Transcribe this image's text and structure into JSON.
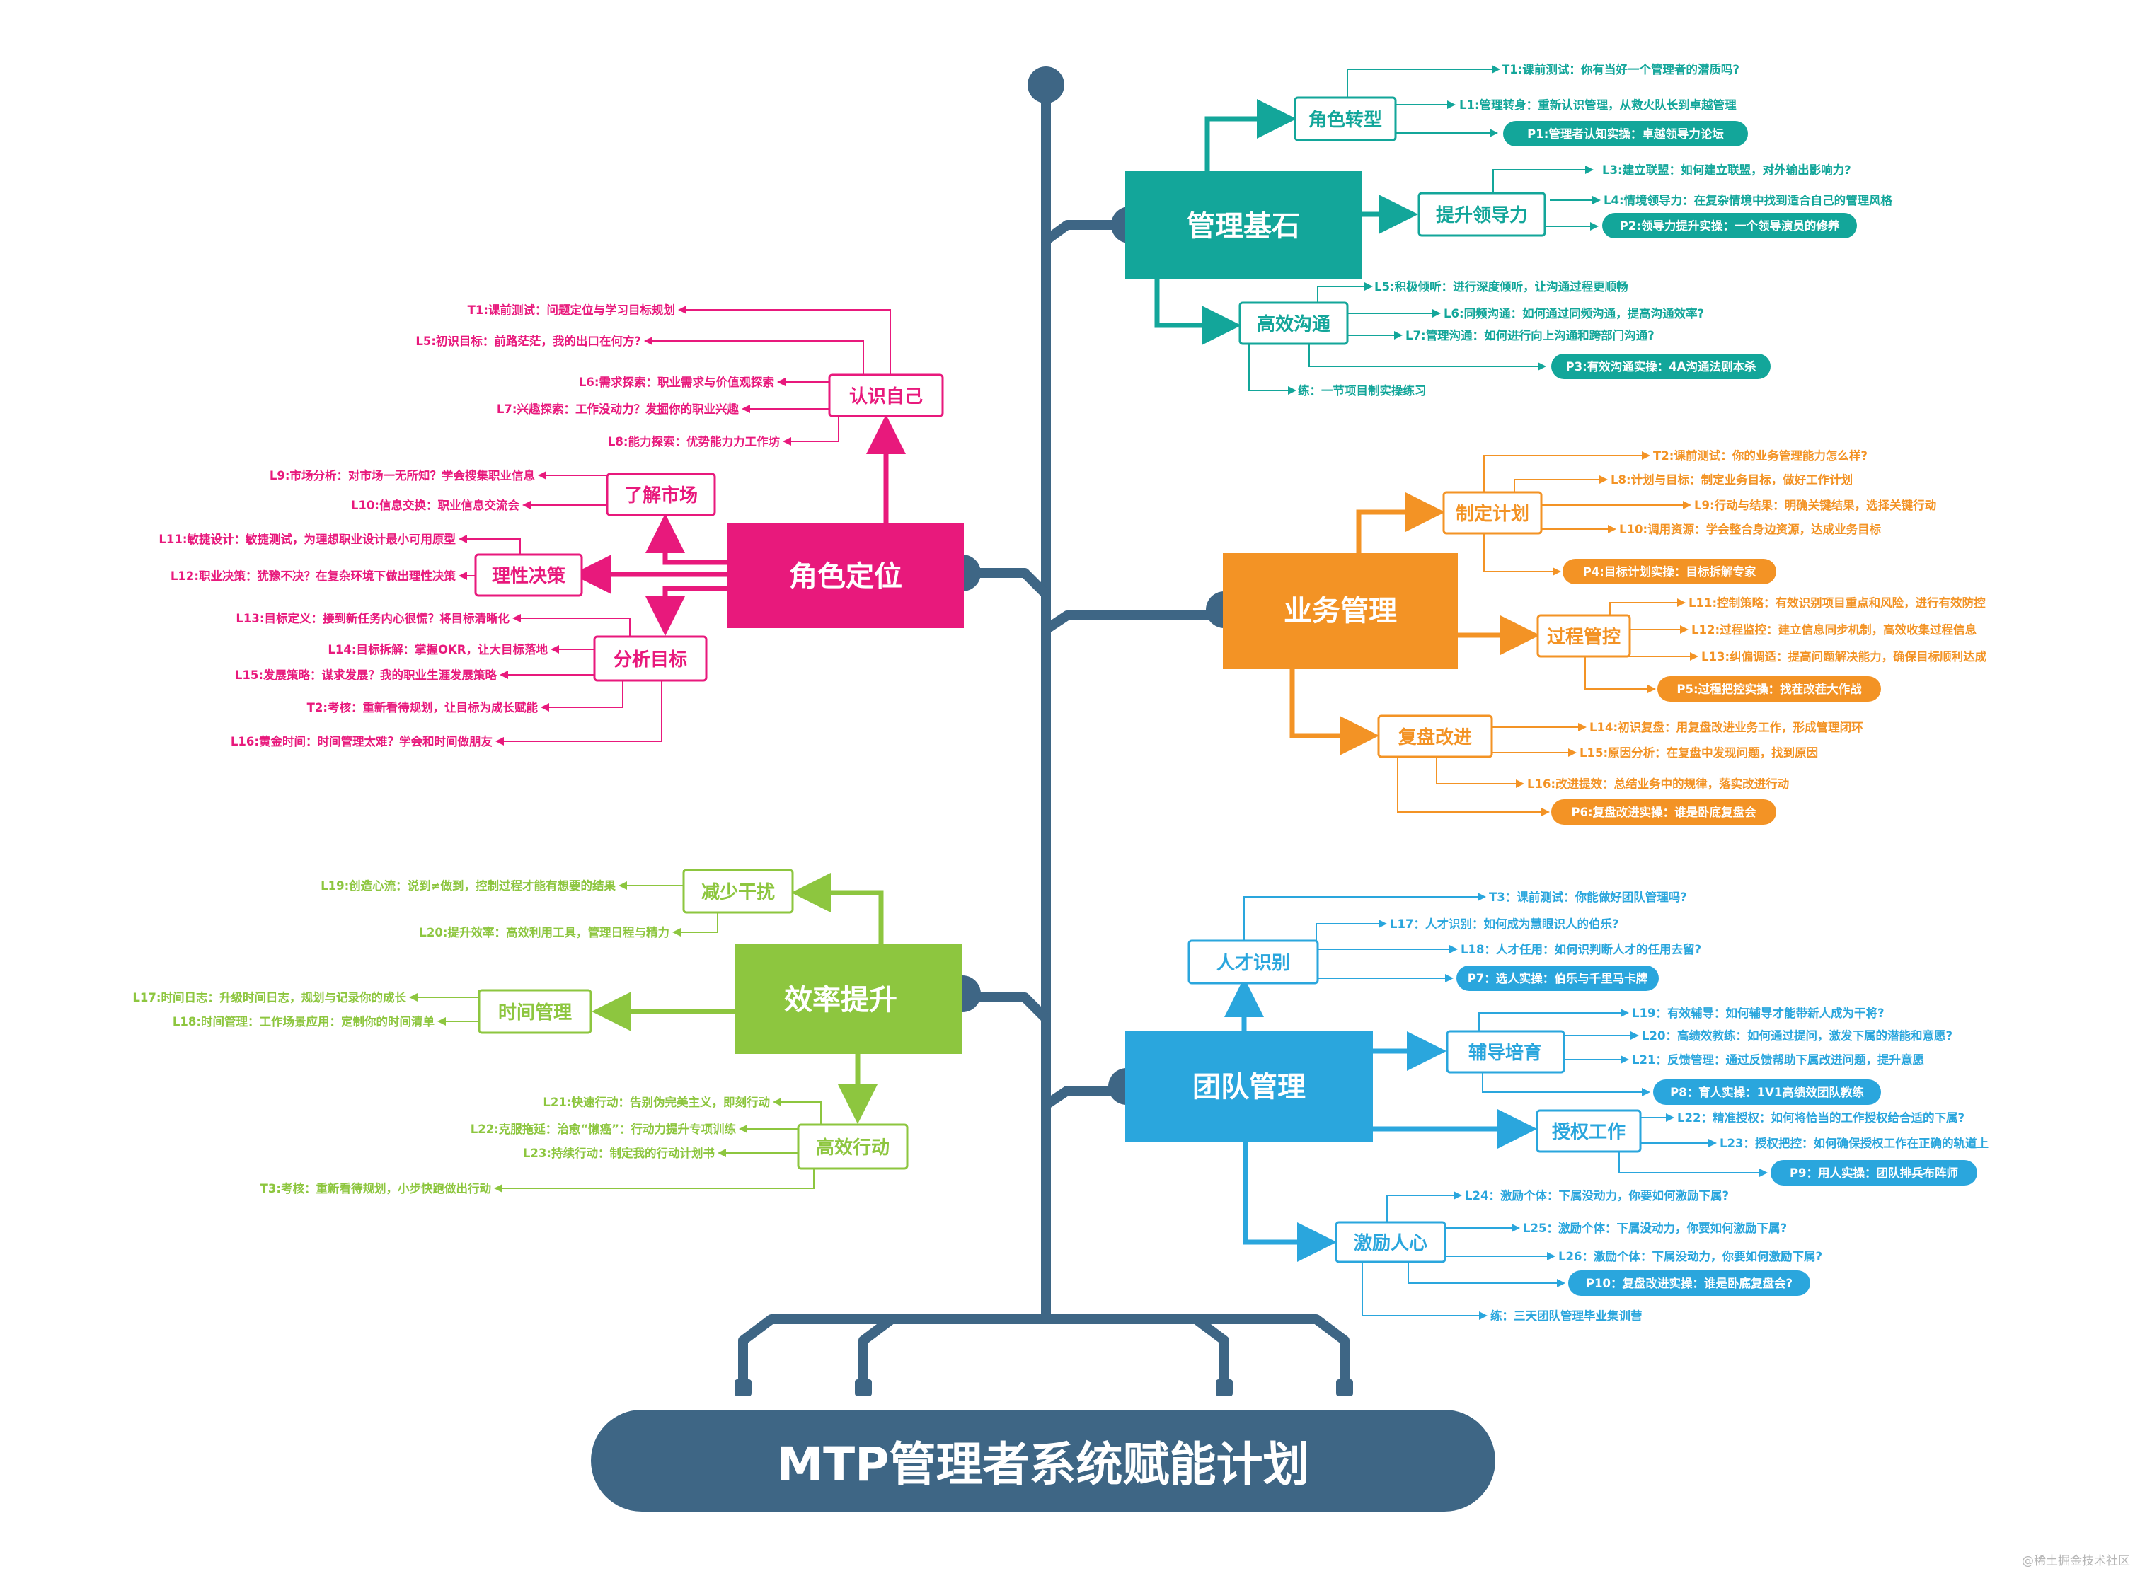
{
  "title": "MTP管理者系统赋能计划",
  "watermark": "@稀土掘金技术社区",
  "colors": {
    "trunk": "#3e6685",
    "teal": "#13a69a",
    "orange": "#f39325",
    "pink": "#e8197c",
    "green": "#8dc63f",
    "blue": "#2aa6dd"
  },
  "branches": {
    "jichu": {
      "label": "管理基石",
      "subs": {
        "juese": {
          "label": "角色转型",
          "leaves": [
            "T1:课前测试：你有当好一个管理者的潜质吗?",
            "L1:管理转身：重新认识管理，从救火队长到卓越管理"
          ],
          "pill": "P1:管理者认知实操：卓越领导力论坛"
        },
        "lingdao": {
          "label": "提升领导力",
          "leaves": [
            "L3:建立联盟：如何建立联盟，对外输出影响力?",
            "L4:情境领导力：在复杂情境中找到适合自己的管理风格"
          ],
          "pill": "P2:领导力提升实操：一个领导演员的修养"
        },
        "goutong": {
          "label": "高效沟通",
          "leaves": [
            "L5:积极倾听：进行深度倾听，让沟通过程更顺畅",
            "L6:同频沟通：如何通过同频沟通，提高沟通效率?",
            "L7:管理沟通：如何进行向上沟通和跨部门沟通?",
            "练：一节项目制实操练习"
          ],
          "pill": "P3:有效沟通实操：4A沟通法剧本杀"
        }
      }
    },
    "yewu": {
      "label": "业务管理",
      "subs": {
        "jihua": {
          "label": "制定计划",
          "leaves": [
            "T2:课前测试：你的业务管理能力怎么样?",
            "L8:计划与目标：制定业务目标，做好工作计划",
            "L9:行动与结果：明确关键结果，选择关键行动",
            "L10:调用资源：学会整合身边资源，达成业务目标"
          ],
          "pill": "P4:目标计划实操：目标拆解专家"
        },
        "guocheng": {
          "label": "过程管控",
          "leaves": [
            "L11:控制策略：有效识别项目重点和风险，进行有效防控",
            "L12:过程监控：建立信息同步机制，高效收集过程信息",
            "L13:纠偏调适：提高问题解决能力，确保目标顺利达成"
          ],
          "pill": "P5:过程把控实操：找茬改茬大作战"
        },
        "fupan": {
          "label": "复盘改进",
          "leaves": [
            "L14:初识复盘：用复盘改进业务工作，形成管理闭环",
            "L15:原因分析：在复盘中发现问题，找到原因",
            "L16:改进提效：总结业务中的规律，落实改进行动"
          ],
          "pill": "P6:复盘改进实操：谁是卧底复盘会"
        }
      }
    },
    "tuandui": {
      "label": "团队管理",
      "subs": {
        "rencai": {
          "label": "人才识别",
          "leaves": [
            "T3：课前测试：你能做好团队管理吗?",
            "L17：人才识别：如何成为慧眼识人的伯乐?",
            "L18：人才任用：如何识判断人才的任用去留?"
          ],
          "pill": "P7：选人实操：伯乐与千里马卡牌"
        },
        "fudao": {
          "label": "辅导培育",
          "leaves": [
            "L19：有效辅导：如何辅导才能带新人成为干将?",
            "L20：高绩效教练：如何通过提问，激发下属的潜能和意愿?",
            "L21：反馈管理：通过反馈帮助下属改进问题，提升意愿"
          ],
          "pill": "P8：育人实操：1V1高绩效团队教练"
        },
        "shouquan": {
          "label": "授权工作",
          "leaves": [
            "L22：精准授权：如何将恰当的工作授权给合适的下属?",
            "L23：授权把控：如何确保授权工作在正确的轨道上"
          ],
          "pill": "P9：用人实操：团队排兵布阵师"
        },
        "jili": {
          "label": "激励人心",
          "leaves": [
            "L24：激励个体：下属没动力，你要如何激励下属?",
            "L25：激励个体：下属没动力，你要如何激励下属?",
            "L26：激励个体：下属没动力，你要如何激励下属?",
            "练：三天团队管理毕业集训营"
          ],
          "pill": "P10：复盘改进实操：谁是卧底复盘会?"
        }
      }
    },
    "jueseDingwei": {
      "label": "角色定位",
      "subs": {
        "renshi": {
          "label": "认识自己",
          "leaves": [
            "T1:课前测试：问题定位与学习目标规划",
            "L5:初识目标：前路茫茫，我的出口在何方?",
            "L6:需求探索：职业需求与价值观探索",
            "L7:兴趣探索：工作没动力？发掘你的职业兴趣",
            "L8:能力探索：优势能力力工作坊"
          ]
        },
        "shichang": {
          "label": "了解市场",
          "leaves": [
            "L9:市场分析：对市场一无所知？学会搜集职业信息",
            "L10:信息交换：职业信息交流会"
          ]
        },
        "juece": {
          "label": "理性决策",
          "leaves": [
            "L11:敏捷设计：敏捷测试，为理想职业设计最小可用原型",
            "L12:职业决策：犹豫不决？在复杂环境下做出理性决策"
          ]
        },
        "mubiao": {
          "label": "分析目标",
          "leaves": [
            "L13:目标定义：接到新任务内心很慌？将目标清晰化",
            "L14:目标拆解：掌握OKR，让大目标落地",
            "L15:发展策略：谋求发展？我的职业生涯发展策略",
            "T2:考核：重新看待规划，让目标为成长赋能",
            "L16:黄金时间：时间管理太难？学会和时间做朋友"
          ]
        }
      }
    },
    "xiaolv": {
      "label": "效率提升",
      "subs": {
        "ganrao": {
          "label": "减少干扰",
          "leaves": [
            "L19:创造心流：说到≠做到，控制过程才能有想要的结果",
            "L20:提升效率：高效利用工具，管理日程与精力"
          ]
        },
        "shijian": {
          "label": "时间管理",
          "leaves": [
            "L17:时间日志：升级时间日志，规划与记录你的成长",
            "L18:时间管理：工作场景应用：定制你的时间清单"
          ]
        },
        "xingdong": {
          "label": "高效行动",
          "leaves": [
            "L21:快速行动：告别伪完美主义，即刻行动",
            "L22:克服拖延：治愈“懒癌”：行动力提升专项训练",
            "L23:持续行动：制定我的行动计划书",
            "T3:考核：重新看待规划，小步快跑做出行动"
          ]
        }
      }
    }
  }
}
